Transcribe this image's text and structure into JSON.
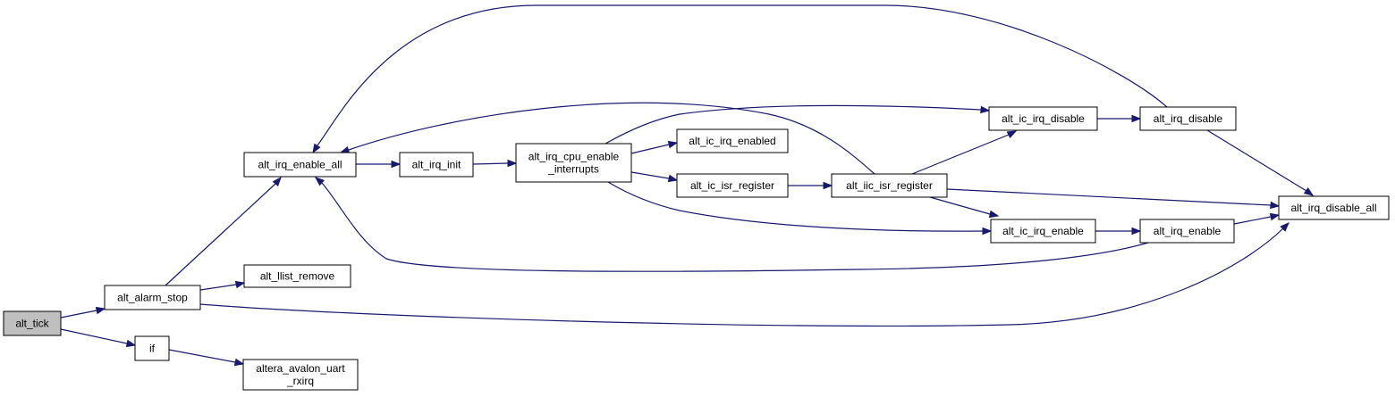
{
  "nodes": [
    {
      "id": "alt_tick",
      "lines": [
        "alt_tick"
      ],
      "root": true
    },
    {
      "id": "alt_alarm_stop",
      "lines": [
        "alt_alarm_stop"
      ]
    },
    {
      "id": "if",
      "lines": [
        "if"
      ]
    },
    {
      "id": "alt_irq_enable_all",
      "lines": [
        "alt_irq_enable_all"
      ]
    },
    {
      "id": "alt_llist_remove",
      "lines": [
        "alt_llist_remove"
      ]
    },
    {
      "id": "altera_avalon_uart_rxirq",
      "lines": [
        "altera_avalon_uart",
        "_rxirq"
      ]
    },
    {
      "id": "alt_irq_init",
      "lines": [
        "alt_irq_init"
      ]
    },
    {
      "id": "alt_irq_cpu_enable_interrupts",
      "lines": [
        "alt_irq_cpu_enable",
        "_interrupts"
      ]
    },
    {
      "id": "alt_ic_irq_enabled",
      "lines": [
        "alt_ic_irq_enabled"
      ]
    },
    {
      "id": "alt_ic_isr_register",
      "lines": [
        "alt_ic_isr_register"
      ]
    },
    {
      "id": "alt_iic_isr_register",
      "lines": [
        "alt_iic_isr_register"
      ]
    },
    {
      "id": "alt_ic_irq_disable",
      "lines": [
        "alt_ic_irq_disable"
      ]
    },
    {
      "id": "alt_ic_irq_enable",
      "lines": [
        "alt_ic_irq_enable"
      ]
    },
    {
      "id": "alt_irq_disable",
      "lines": [
        "alt_irq_disable"
      ]
    },
    {
      "id": "alt_irq_enable",
      "lines": [
        "alt_irq_enable"
      ]
    },
    {
      "id": "alt_irq_disable_all",
      "lines": [
        "alt_irq_disable_all"
      ]
    }
  ],
  "edges": [
    {
      "from": "alt_tick",
      "to": "alt_alarm_stop"
    },
    {
      "from": "alt_tick",
      "to": "if"
    },
    {
      "from": "alt_alarm_stop",
      "to": "alt_irq_enable_all"
    },
    {
      "from": "alt_alarm_stop",
      "to": "alt_llist_remove"
    },
    {
      "from": "alt_alarm_stop",
      "to": "alt_irq_disable_all"
    },
    {
      "from": "if",
      "to": "altera_avalon_uart_rxirq"
    },
    {
      "from": "alt_irq_enable_all",
      "to": "alt_irq_init"
    },
    {
      "from": "alt_irq_init",
      "to": "alt_irq_cpu_enable_interrupts"
    },
    {
      "from": "alt_irq_cpu_enable_interrupts",
      "to": "alt_ic_irq_enabled"
    },
    {
      "from": "alt_irq_cpu_enable_interrupts",
      "to": "alt_ic_isr_register"
    },
    {
      "from": "alt_irq_cpu_enable_interrupts",
      "to": "alt_ic_irq_disable"
    },
    {
      "from": "alt_irq_cpu_enable_interrupts",
      "to": "alt_ic_irq_enable"
    },
    {
      "from": "alt_ic_isr_register",
      "to": "alt_iic_isr_register"
    },
    {
      "from": "alt_iic_isr_register",
      "to": "alt_ic_irq_disable"
    },
    {
      "from": "alt_iic_isr_register",
      "to": "alt_ic_irq_enable"
    },
    {
      "from": "alt_iic_isr_register",
      "to": "alt_irq_disable_all"
    },
    {
      "from": "alt_iic_isr_register",
      "to": "alt_irq_enable_all"
    },
    {
      "from": "alt_ic_irq_disable",
      "to": "alt_irq_disable"
    },
    {
      "from": "alt_ic_irq_enable",
      "to": "alt_irq_enable"
    },
    {
      "from": "alt_irq_disable",
      "to": "alt_irq_disable_all"
    },
    {
      "from": "alt_irq_disable",
      "to": "alt_irq_enable_all"
    },
    {
      "from": "alt_irq_enable",
      "to": "alt_irq_disable_all"
    },
    {
      "from": "alt_irq_enable",
      "to": "alt_irq_enable_all"
    }
  ],
  "colors": {
    "edge": "#191970",
    "root_fill": "#bfbfbf",
    "node_fill": "#ffffff",
    "node_border": "#000000"
  }
}
